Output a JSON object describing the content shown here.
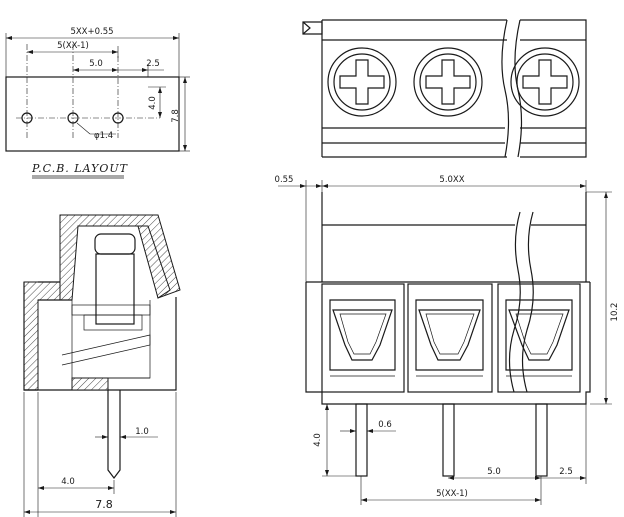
{
  "pcb_layout": {
    "title": "P.C.B. LAYOUT",
    "dim_overall": "5XX+0.55",
    "dim_pitch_total": "5(XX-1)",
    "dim_pitch": "5.0",
    "dim_offset": "2.5",
    "dim_hole_row": "4.0",
    "dim_height": "7.8",
    "dim_hole": "φ1.4"
  },
  "side_view": {
    "dim_pin_width": "1.0",
    "dim_pin_offset": "4.0",
    "dim_depth": "7.8"
  },
  "front_view": {
    "dim_left": "0.55",
    "dim_width": "5.0XX",
    "dim_height": "10.2",
    "dim_pin_length": "4.0",
    "dim_pin_thickness": "0.6",
    "dim_pitch": "5.0",
    "dim_end": "2.5",
    "dim_total": "5(XX-1)"
  }
}
